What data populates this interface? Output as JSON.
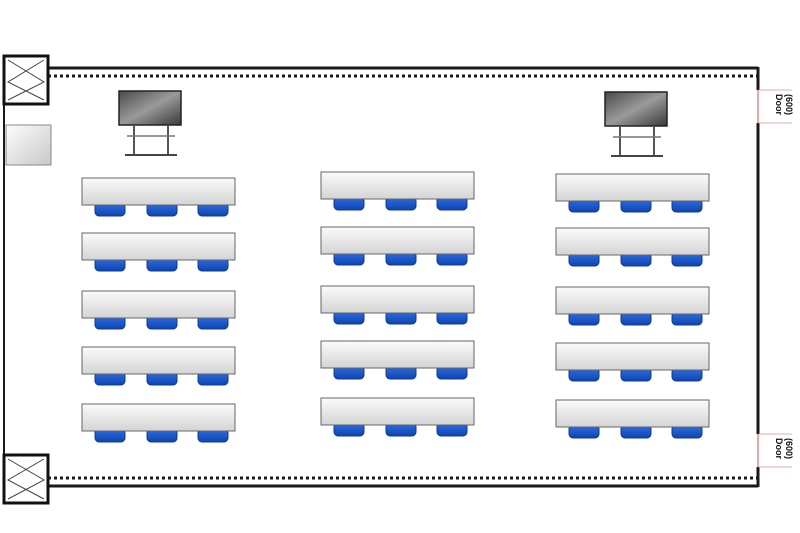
{
  "floor_plan": {
    "doors": [
      {
        "label": "Door",
        "width": "(600)"
      },
      {
        "label": "Door",
        "width": "(600)"
      }
    ],
    "screens": [
      {
        "icon": "display-screen-icon",
        "zone": "left"
      },
      {
        "icon": "display-screen-icon",
        "zone": "right"
      }
    ],
    "desk_groups": [
      {
        "zone": "left",
        "rows": 5,
        "seats_per_desk": 3
      },
      {
        "zone": "center",
        "rows": 5,
        "seats_per_desk": 3
      },
      {
        "zone": "right",
        "rows": 5,
        "seats_per_desk": 3
      }
    ],
    "colors": {
      "wall": "#1a1a1a",
      "seat": "#1f5fd4",
      "seat_dark": "#0c3a9c",
      "desk_fill": "#eeeeee",
      "desk_stroke": "#666666",
      "door_arc": "#e08a8a"
    }
  }
}
